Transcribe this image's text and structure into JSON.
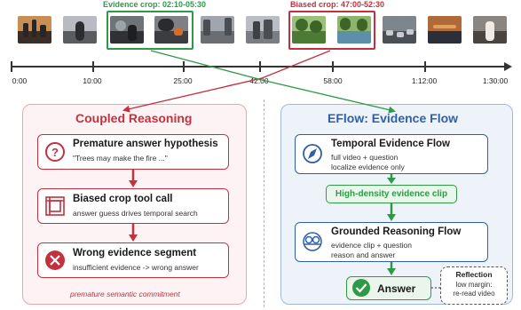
{
  "filmstrip": {
    "evidence_crop_label": "Evidence crop: 02:10-05:30",
    "biased_crop_label": "Biased crop: 47:00-52:30"
  },
  "timeline": {
    "ticks": [
      "0:00",
      "10:00",
      "25:00",
      "42:00",
      "58:00",
      "1:12:00",
      "1:30:00"
    ]
  },
  "left_panel": {
    "title": "Coupled Reasoning",
    "steps": [
      {
        "title": "Premature answer hypothesis",
        "subtitle": "\"Trees may make the fire ...\"",
        "icon": "question-icon"
      },
      {
        "title": "Biased crop tool call",
        "subtitle": "answer guess drives temporal search",
        "icon": "crop-icon"
      },
      {
        "title": "Wrong evidence segment",
        "subtitle": "insufficient evidence -> wrong answer",
        "icon": "x-circle-icon"
      }
    ],
    "footnote": "premature semantic commitment"
  },
  "right_panel": {
    "title": "EFlow: Evidence Flow",
    "temporal": {
      "title": "Temporal Evidence Flow",
      "lines": [
        "full video + question",
        "localize evidence only"
      ],
      "icon": "compass-icon"
    },
    "clip_label": "High-density evidence clip",
    "grounded": {
      "title": "Grounded Reasoning Flow",
      "lines": [
        "evidence clip + question",
        "reason and answer"
      ],
      "icon": "network-icon"
    },
    "answer_label": "Answer",
    "reflection": {
      "title": "Reflection",
      "lines": [
        "low margin:",
        "re-read video"
      ]
    }
  },
  "colors": {
    "red": "#c4313e",
    "blue": "#2f5fa8",
    "green": "#2e9a47"
  }
}
